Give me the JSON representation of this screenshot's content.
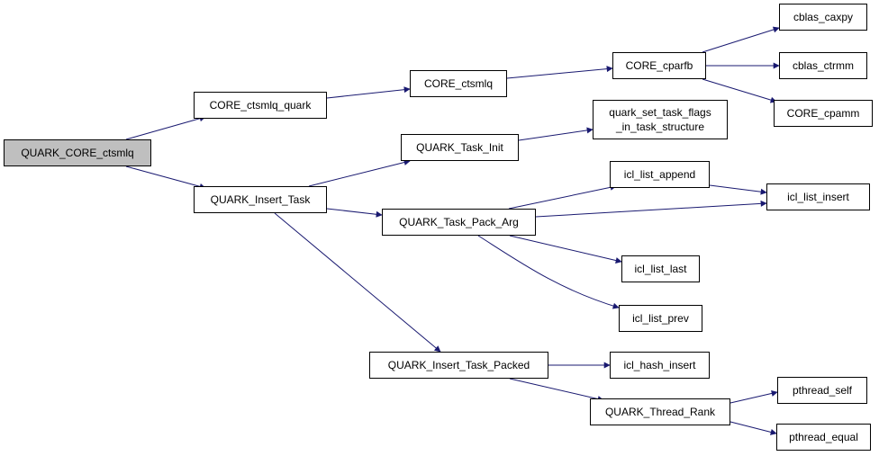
{
  "colors": {
    "edge": "#191970",
    "root_fill": "#bfbfbf",
    "node_fill": "#ffffff",
    "border": "#000000"
  },
  "nodes": {
    "root": "QUARK_CORE_ctsmlq",
    "core_ctsmlq_quark": "CORE_ctsmlq_quark",
    "quark_insert_task": "QUARK_Insert_Task",
    "core_ctsmlq": "CORE_ctsmlq",
    "quark_task_init": "QUARK_Task_Init",
    "quark_task_pack_arg": "QUARK_Task_Pack_Arg",
    "quark_insert_task_packed": "QUARK_Insert_Task_Packed",
    "core_cparfb": "CORE_cparfb",
    "quark_set_task_flags": "quark_set_task_flags\n_in_task_structure",
    "icl_list_append": "icl_list_append",
    "icl_list_last": "icl_list_last",
    "icl_list_prev": "icl_list_prev",
    "icl_hash_insert": "icl_hash_insert",
    "quark_thread_rank": "QUARK_Thread_Rank",
    "cblas_caxpy": "cblas_caxpy",
    "cblas_ctrmm": "cblas_ctrmm",
    "core_cpamm": "CORE_cpamm",
    "icl_list_insert": "icl_list_insert",
    "pthread_self": "pthread_self",
    "pthread_equal": "pthread_equal"
  }
}
